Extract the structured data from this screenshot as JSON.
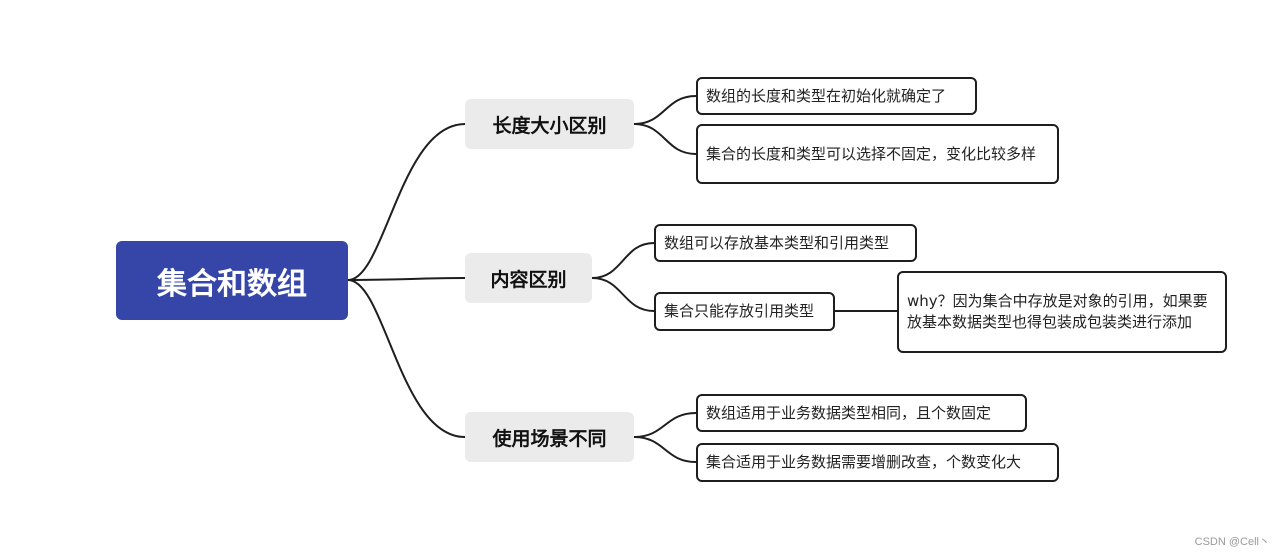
{
  "root": {
    "label": "集合和数组"
  },
  "branches": [
    {
      "label": "长度大小区别",
      "leaves": [
        {
          "text": "数组的长度和类型在初始化就确定了"
        },
        {
          "text": "集合的长度和类型可以选择不固定，变化比较多样"
        }
      ]
    },
    {
      "label": "内容区别",
      "leaves": [
        {
          "text": "数组可以存放基本类型和引用类型"
        },
        {
          "text": "集合只能存放引用类型",
          "child": {
            "text": "why？因为集合中存放是对象的引用，如果要放基本数据类型也得包装成包装类进行添加"
          }
        }
      ]
    },
    {
      "label": "使用场景不同",
      "leaves": [
        {
          "text": "数组适用于业务数据类型相同，且个数固定"
        },
        {
          "text": "集合适用于业务数据需要增删改查，个数变化大"
        }
      ]
    }
  ],
  "watermark": "CSDN @Cell丶",
  "colors": {
    "root_bg": "#3646a8",
    "branch_bg": "#ebebeb",
    "line": "#1e1e1e"
  }
}
